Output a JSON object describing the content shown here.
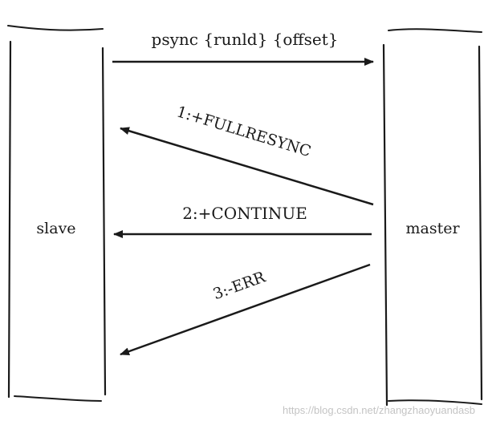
{
  "participants": {
    "slave": "slave",
    "master": "master"
  },
  "messages": [
    {
      "id": "psync",
      "label": "psync {runld} {offset}",
      "from": "slave",
      "to": "master"
    },
    {
      "id": "fullresync",
      "label": "1:+FULLRESYNC",
      "from": "master",
      "to": "slave"
    },
    {
      "id": "continue",
      "label": "2:+CONTINUE",
      "from": "master",
      "to": "slave"
    },
    {
      "id": "err",
      "label": "3:-ERR",
      "from": "master",
      "to": "slave"
    }
  ],
  "watermark": "https://blog.csdn.net/zhangzhaoyuandasb",
  "colors": {
    "ink": "#1a1a1a",
    "watermark": "#c4c4c4"
  }
}
